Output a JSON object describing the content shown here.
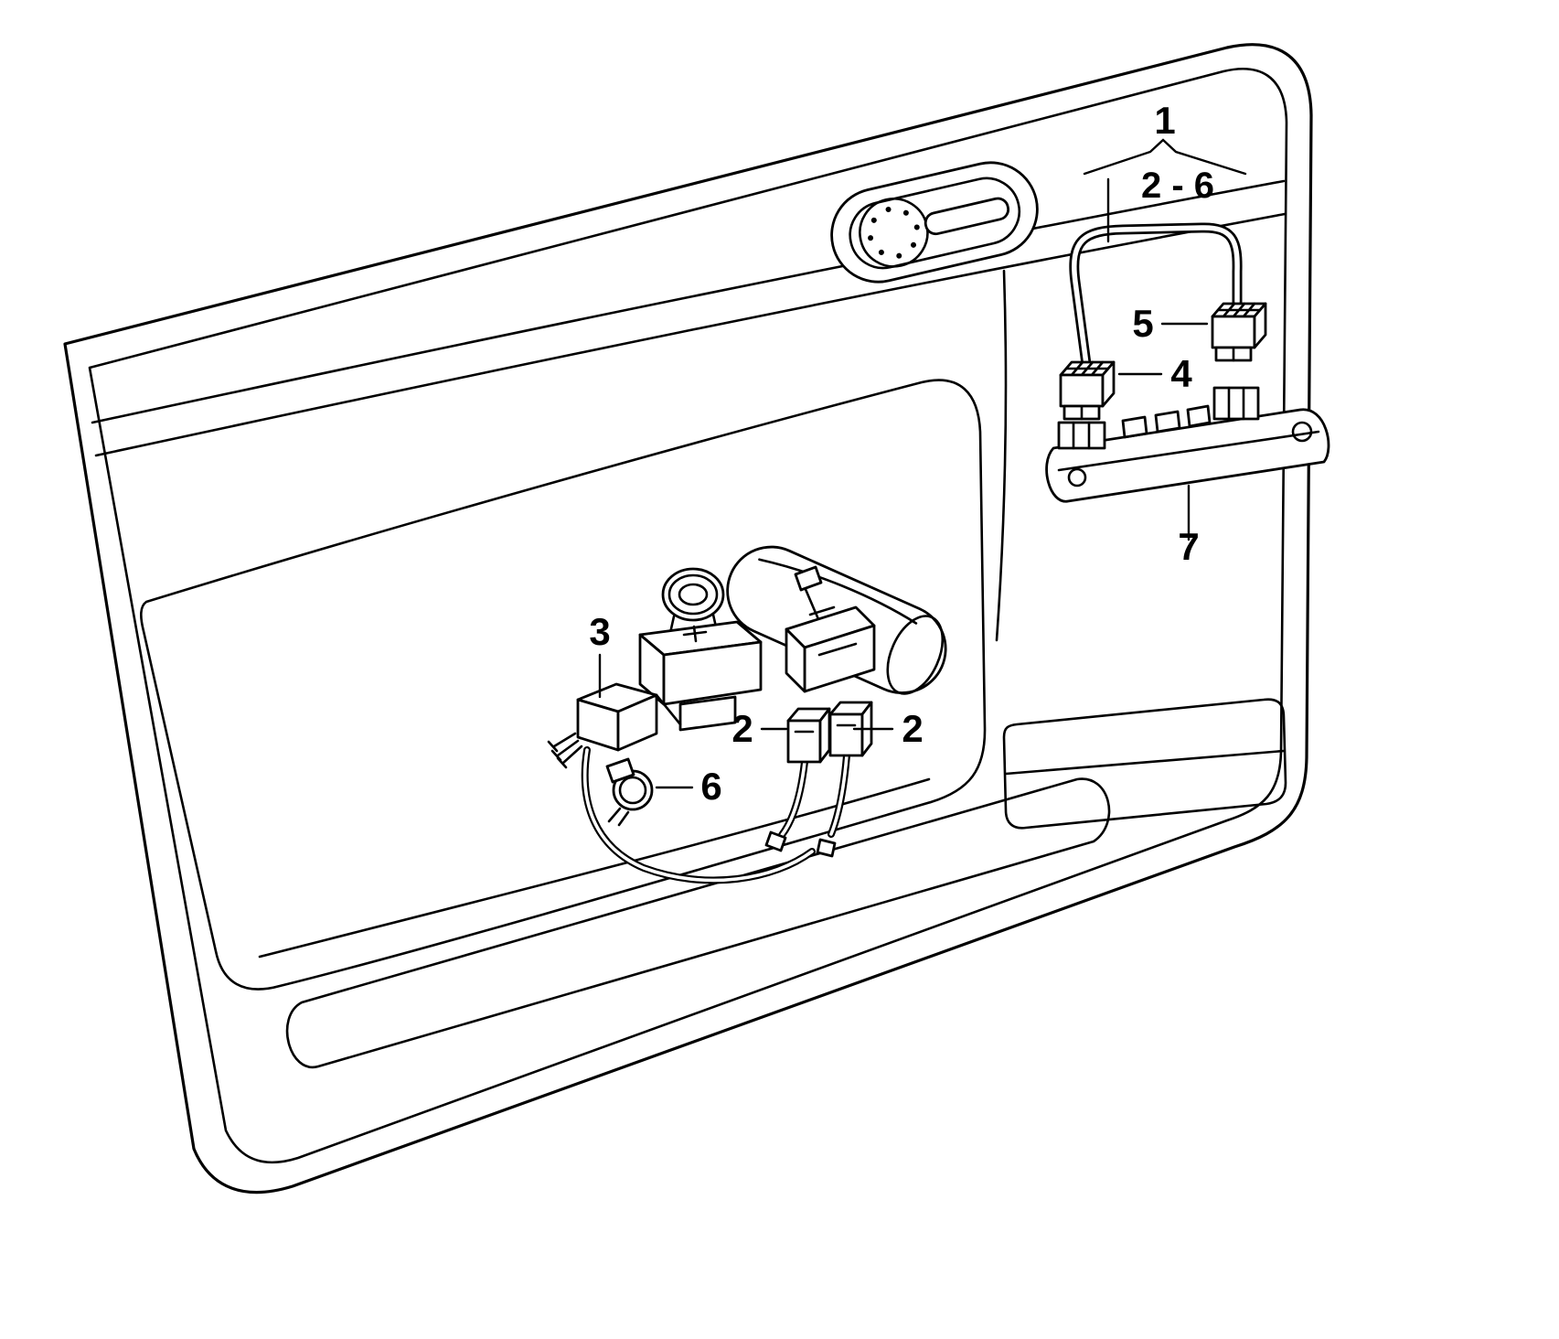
{
  "colors": {
    "line": "#000000",
    "background": "#ffffff"
  },
  "callouts": {
    "group": "1",
    "group_range": "2 - 6",
    "item2_left": "2",
    "item2_right": "2",
    "item3": "3",
    "item4": "4",
    "item5": "5",
    "item6": "6",
    "item7": "7"
  }
}
